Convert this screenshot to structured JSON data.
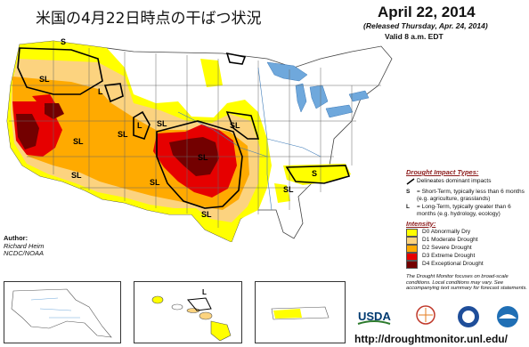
{
  "header": {
    "title_jp": "米国の4月22日時点の干ばつ状況",
    "date": "April 22, 2014",
    "released": "(Released Thursday, Apr. 24, 2014)",
    "valid": "Valid 8 a.m. EDT"
  },
  "author": {
    "label": "Author:",
    "name": "Richard Heim",
    "org": "NCDC/NOAA"
  },
  "legend": {
    "impact_header": "Drought Impact Types:",
    "impact_line": "Delineates dominant impacts",
    "s_key": "S",
    "s_text": "= Short-Term, typically less than 6 months (e.g. agriculture, grasslands)",
    "l_key": "L",
    "l_text": "= Long-Term, typically greater than 6 months (e.g. hydrology, ecology)",
    "intensity_header": "Intensity:",
    "categories": [
      {
        "label": "D0 Abnormally Dry",
        "color": "#ffff00"
      },
      {
        "label": "D1 Moderate Drought",
        "color": "#fcd37f"
      },
      {
        "label": "D2 Severe Drought",
        "color": "#ffaa00"
      },
      {
        "label": "D3 Extreme Drought",
        "color": "#e60000"
      },
      {
        "label": "D4 Exceptional Drought",
        "color": "#730000"
      }
    ]
  },
  "note": "The Drought Monitor focuses on broad-scale conditions. Local conditions may vary. See accompanying text summary for forecast statements.",
  "map_labels": [
    "S",
    "SL",
    "L",
    "SL",
    "SL",
    "SL",
    "L",
    "SL",
    "SL",
    "SL",
    "SL",
    "SL",
    "SL",
    "S"
  ],
  "inset_label": "L",
  "logos": {
    "usda": "USDA"
  },
  "url": "http://droughtmonitor.unl.edu/"
}
